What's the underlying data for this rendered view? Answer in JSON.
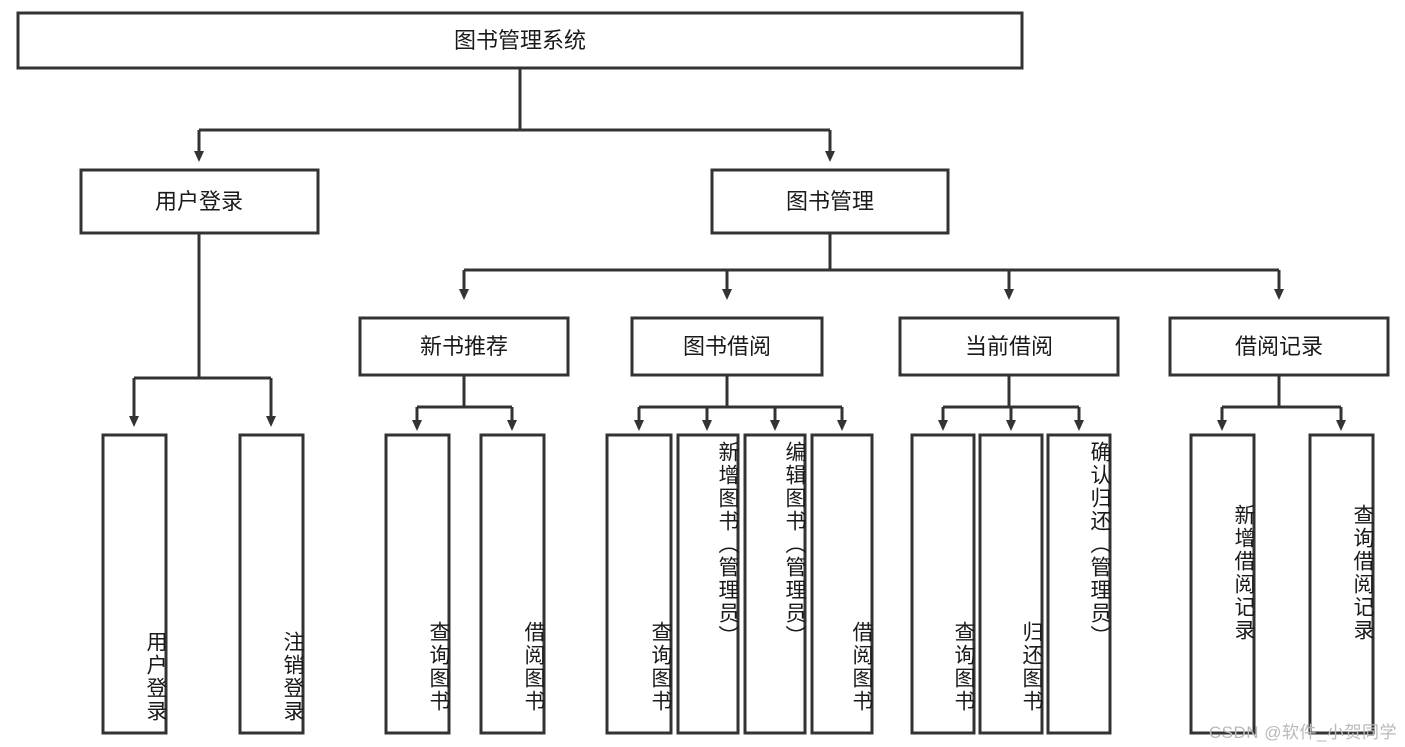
{
  "diagram": {
    "title": "图书管理系统",
    "type": "tree-hierarchy",
    "root": {
      "label": "图书管理系统",
      "level": 1
    },
    "level2": [
      {
        "label": "用户登录"
      },
      {
        "label": "图书管理"
      }
    ],
    "level3": [
      {
        "label": "新书推荐"
      },
      {
        "label": "图书借阅"
      },
      {
        "label": "当前借阅"
      },
      {
        "label": "借阅记录"
      }
    ],
    "leaves": {
      "user_login": [
        {
          "label": "用户登录"
        },
        {
          "label": "注销登录"
        }
      ],
      "new_book_recommend": [
        {
          "label": "查询图书"
        },
        {
          "label": "借阅图书"
        }
      ],
      "book_borrow": [
        {
          "label": "查询图书"
        },
        {
          "label": "新增图书（管理员）"
        },
        {
          "label": "编辑图书（管理员）"
        },
        {
          "label": "借阅图书"
        }
      ],
      "current_borrow": [
        {
          "label": "查询图书"
        },
        {
          "label": "归还图书"
        },
        {
          "label": "确认归还（管理员）"
        }
      ],
      "borrow_record": [
        {
          "label": "新增借阅记录"
        },
        {
          "label": "查询借阅记录"
        }
      ]
    }
  },
  "watermark": {
    "text": "CSDN @软件_小贺同学"
  },
  "colors": {
    "stroke": "#333333",
    "fill": "#ffffff",
    "text": "#1a1a1a",
    "watermark": "#b9b9b9"
  }
}
